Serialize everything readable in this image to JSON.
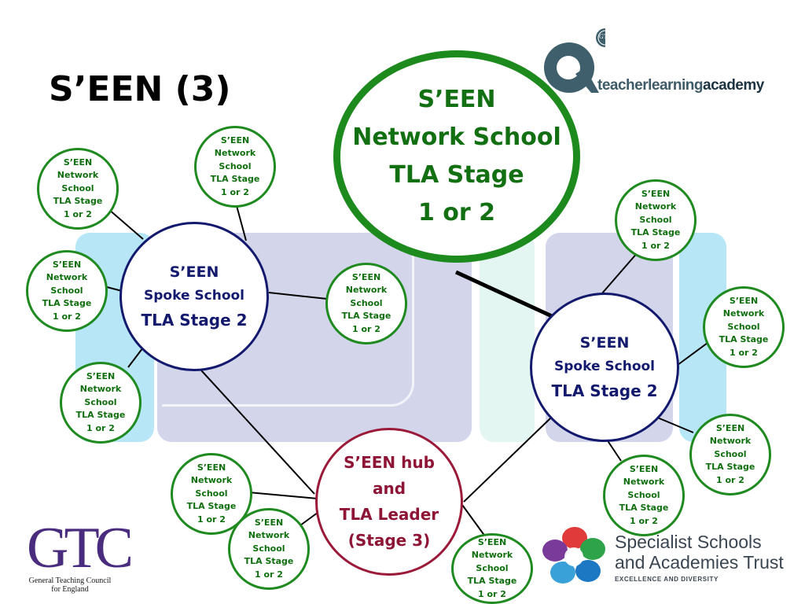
{
  "slide": {
    "title": "S’EEN (3)"
  },
  "colors": {
    "green": "#1d8a1d",
    "navy": "#131a6e",
    "maroon": "#9b1a3a",
    "panel_lavender": "#d3d5eb",
    "panel_light_blue": "#b7e6f7",
    "panel_mint": "#e3f6f2"
  },
  "central": {
    "lines": [
      "S’EEN",
      "Network School",
      "TLA Stage",
      "1 or 2"
    ]
  },
  "spoke_left": {
    "lines": [
      "S’EEN",
      "Spoke School",
      "TLA Stage 2"
    ]
  },
  "spoke_right": {
    "lines": [
      "S’EEN",
      "Spoke School",
      "TLA Stage 2"
    ]
  },
  "hub": {
    "lines": [
      "S’EEN hub",
      "and",
      "TLA Leader",
      "(Stage 3)"
    ]
  },
  "network_school": {
    "lines": [
      "S’EEN",
      "Network",
      "School",
      "TLA Stage",
      "1 or 2"
    ]
  },
  "logos": {
    "tla": {
      "badge": "GTC",
      "word1": "teacherlearning",
      "word2": "academy",
      "icon": "tla-q-icon"
    },
    "gtc": {
      "word": "GTC",
      "subtitle_line1": "General Teaching Council",
      "subtitle_line2": "for England"
    },
    "ssat": {
      "line1": "Specialist Schools",
      "line2": "and Academies Trust",
      "tagline": "EXCELLENCE AND DIVERSITY",
      "icon": "flower-icon"
    }
  }
}
